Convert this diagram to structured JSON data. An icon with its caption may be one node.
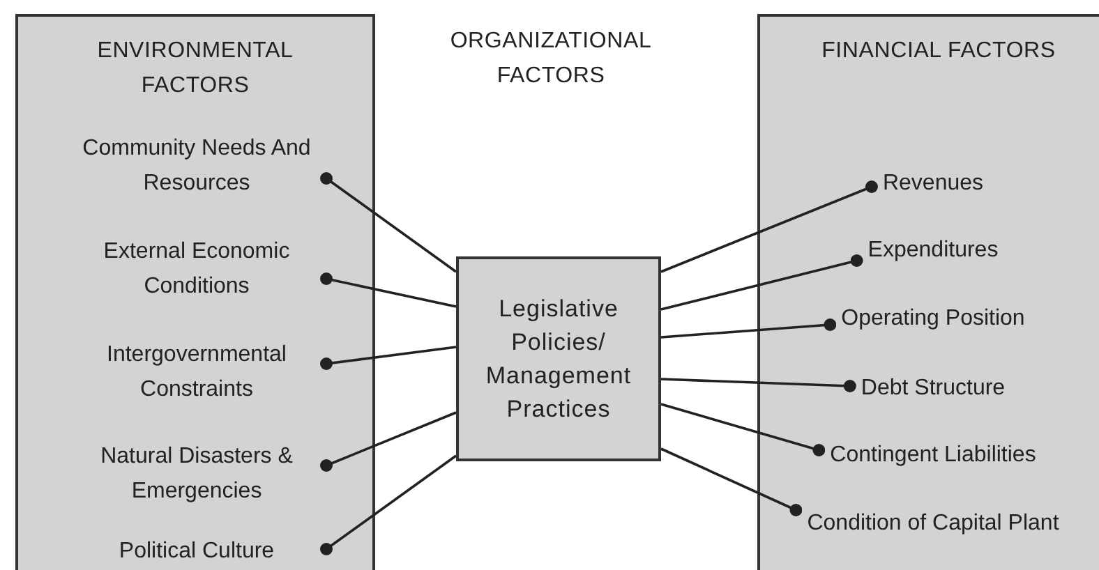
{
  "diagram": {
    "nodes": [
      {
        "text": [
          "ENVIRONMENTAL FACTORS"
        ]
      },
      {
        "text": [
          "Community Needs And Resources"
        ],
        "in": 0
      },
      {
        "text": [
          "External Economic Conditions"
        ],
        "in": 0
      },
      {
        "text": [
          "Intergovernmental Constraints"
        ],
        "in": 0
      },
      {
        "text": [
          "Natural Disasters & Emergencies"
        ],
        "in": 0
      },
      {
        "text": [
          "Political Culture"
        ],
        "in": 0
      },
      {
        "text": [
          "Legislative Policies/ Management Practices"
        ]
      },
      {
        "text": [
          "FINANCIAL FACTORS"
        ]
      },
      {
        "text": [
          "Revenues"
        ],
        "in": 7
      },
      {
        "text": [
          "Expenditures"
        ],
        "in": 7
      },
      {
        "text": [
          "Operating Position"
        ],
        "in": 7
      },
      {
        "text": [
          "Debt Structure"
        ],
        "in": 7
      },
      {
        "text": [
          "Contingent Liabilities"
        ],
        "in": 7
      },
      {
        "text": [
          "Condition of Capital Plant"
        ],
        "in": 7
      }
    ],
    "edges": [
      {
        "from": 6,
        "to": 1,
        "arrow": "other"
      },
      {
        "from": 6,
        "to": 2,
        "arrow": "other"
      },
      {
        "from": 6,
        "to": 3,
        "arrow": "other"
      },
      {
        "from": 6,
        "to": 4,
        "arrow": "other"
      },
      {
        "from": 6,
        "to": 5,
        "arrow": "other"
      },
      {
        "from": 6,
        "to": 8,
        "arrow": "other"
      },
      {
        "from": 6,
        "to": 9,
        "arrow": "other"
      },
      {
        "from": 6,
        "to": 10,
        "arrow": "other"
      },
      {
        "from": 6,
        "to": 11,
        "arrow": "other"
      },
      {
        "from": 6,
        "to": 12,
        "arrow": "other"
      },
      {
        "from": 6,
        "to": 13,
        "arrow": "other"
      }
    ],
    "labels": [
      "ORGANIZATIONAL FACTORS"
    ]
  }
}
